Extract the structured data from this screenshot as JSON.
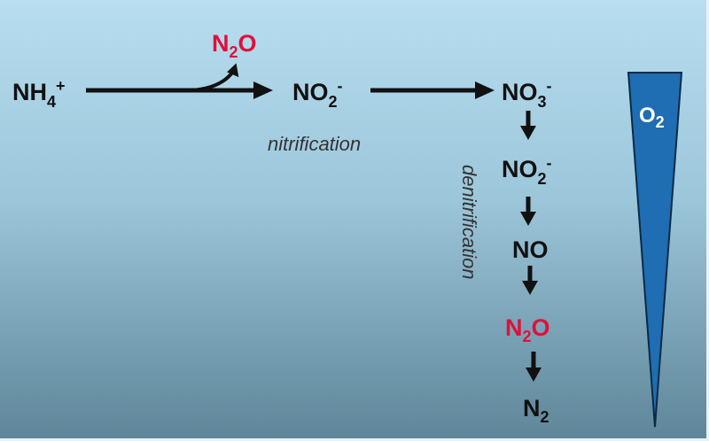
{
  "colors": {
    "background_top": "#b8def0",
    "background_bottom": "#5e8598",
    "highlight": "#e0103a",
    "oxygen_wedge": "#1f6db2"
  },
  "nitrification": {
    "label": "nitrification",
    "ammonium": {
      "base": "NH",
      "sub": "4",
      "sup": "+"
    },
    "byproduct": {
      "base": "N",
      "sub": "2",
      "tail": "O"
    },
    "nitrite": {
      "base": "NO",
      "sub": "2",
      "sup": "-"
    },
    "nitrate": {
      "base": "NO",
      "sub": "3",
      "sup": "-"
    }
  },
  "denitrification": {
    "label": "denitrification",
    "nitrite": {
      "base": "NO",
      "sub": "2",
      "sup": "-"
    },
    "nitric_oxide": {
      "base": "NO"
    },
    "nitrous_oxide": {
      "base": "N",
      "sub": "2",
      "tail": "O"
    },
    "dinitrogen": {
      "base": "N",
      "sub": "2"
    }
  },
  "oxygen_gradient": {
    "base": "O",
    "sub": "2"
  }
}
